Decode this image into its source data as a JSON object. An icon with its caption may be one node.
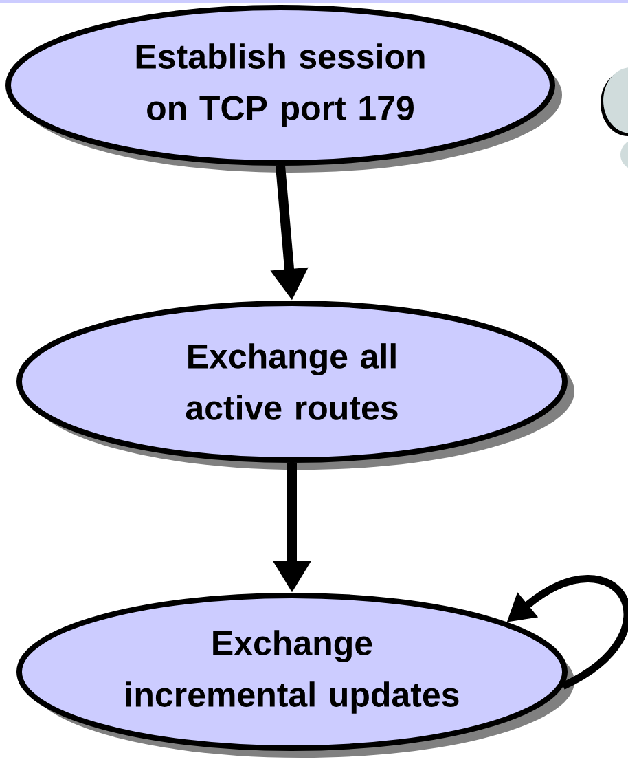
{
  "diagram": {
    "nodes": [
      {
        "text": [
          "Establish session on TCP port 179"
        ]
      },
      {
        "text": [
          "Exchange all active routes"
        ]
      },
      {
        "text": [
          "Exchange incremental updates"
        ]
      }
    ],
    "edges": [
      {
        "from": 0,
        "to": 1,
        "arrow": "to"
      },
      {
        "from": 1,
        "to": 2,
        "arrow": "to"
      },
      {
        "from": 2,
        "to": 2,
        "arrow": "to"
      }
    ]
  }
}
